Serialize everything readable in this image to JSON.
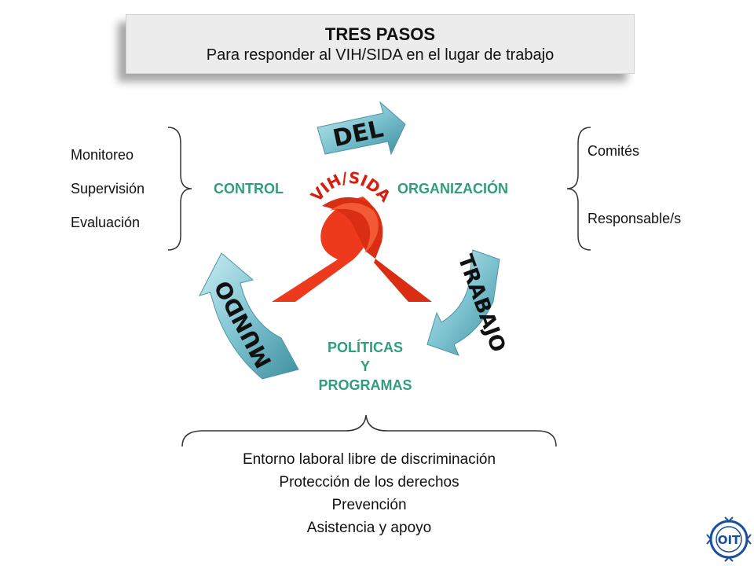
{
  "title": {
    "main": "TRES PASOS",
    "sub": "Para  responder al VIH/SIDA en el lugar de trabajo"
  },
  "left_list": [
    "Monitoreo",
    "Supervisión",
    "Evaluación"
  ],
  "right_list": [
    "Comités",
    "Responsable/s"
  ],
  "cycle": {
    "control": "CONTROL",
    "organizacion": "ORGANIZACIÓN",
    "politicas": [
      "POLÍTICAS",
      "Y",
      "PROGRAMAS"
    ]
  },
  "center_word": "VIH/SIDA",
  "arrow_words": {
    "top": "DEL",
    "right": "TRABAJO",
    "left": "MUNDO"
  },
  "bottom_list": [
    "Entorno laboral libre de discriminación",
    "Protección de los derechos",
    "Prevención",
    "Asistencia y apoyo"
  ],
  "logo_text": "OIT",
  "colors": {
    "ribbon": "#ee3a1c",
    "label_green": "#2f9e7c",
    "logo_blue": "#1a4f9c",
    "arrow_teal": "#6fb8c6"
  }
}
